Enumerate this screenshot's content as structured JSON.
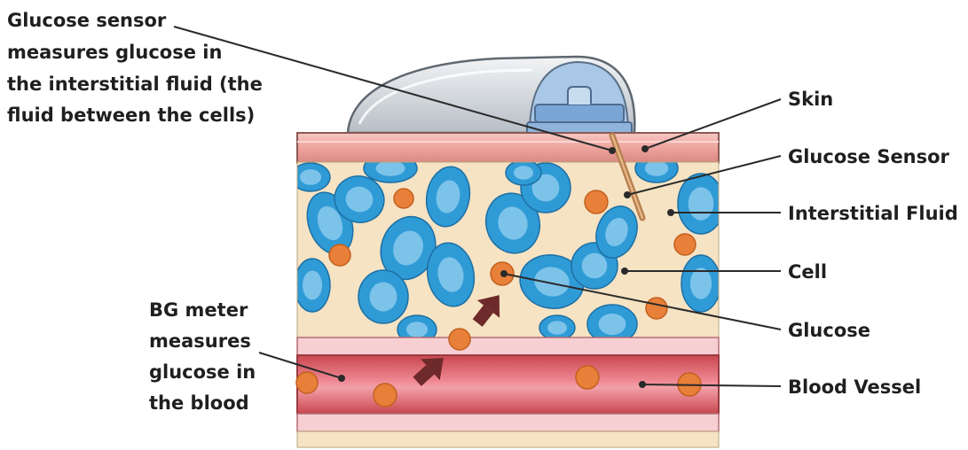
{
  "callouts": {
    "sensor_note": [
      "Glucose sensor",
      "measures glucose in",
      "the interstitial fluid (the",
      "fluid between the cells)"
    ],
    "meter_note": [
      "BG meter",
      "measures",
      "glucose in",
      "the blood"
    ]
  },
  "labels": {
    "skin": "Skin",
    "glucose_sensor": "Glucose Sensor",
    "interstitial_fluid": "Interstitial Fluid",
    "cell": "Cell",
    "glucose": "Glucose",
    "blood_vessel": "Blood Vessel"
  },
  "colors": {
    "skin": "#f0a8a8",
    "interstitial": "#f6e3c3",
    "cell": "#2f9bd6",
    "cell_nucleus": "#7cc3ea",
    "glucose": "#e8803a",
    "vessel": "#e06a78",
    "arrow": "#6e2a2a",
    "text": "#1f1f1f"
  }
}
